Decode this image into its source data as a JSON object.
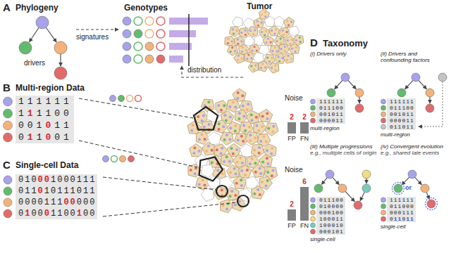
{
  "diagram": {
    "labels": [
      "A",
      "Phylogeny",
      "drivers",
      "signatures",
      "Genotypes",
      "Tumor",
      "distribution",
      "B",
      "Multi-region Data",
      "Noise",
      "FP",
      "FN",
      "2",
      "2",
      "C",
      "Single-cell Data",
      "Noise",
      "FP",
      "FN",
      "2",
      "6",
      "D",
      "Taxonomy",
      "(i) Drivers only",
      "multi-region",
      "(ii) Drivers and confounding factors",
      "multi-region",
      "(iii) Multiple progressions",
      "e.g., multiple cells of origin",
      "single-cell",
      "(iv) Convergent evolution",
      "e.g., shared late events",
      "single-cell",
      "or",
      "111111",
      "1",
      "1",
      "1100",
      "001",
      "0",
      "11",
      "0",
      "1",
      "1",
      "0",
      "01",
      "010",
      "00",
      "1000111",
      "011",
      "0",
      "10111011",
      "0000111",
      "00",
      "000",
      "0",
      "1",
      "00",
      "0",
      "1100",
      "1",
      "00",
      "111111",
      "011100",
      "001011",
      "000011",
      "111111",
      "011100",
      "001011",
      "000011",
      "011011",
      "011100",
      "010000",
      "000100",
      "100011",
      "100010",
      "000101",
      "111111",
      "011000",
      "000111",
      "0",
      "11",
      "0",
      "11"
    ]
  }
}
